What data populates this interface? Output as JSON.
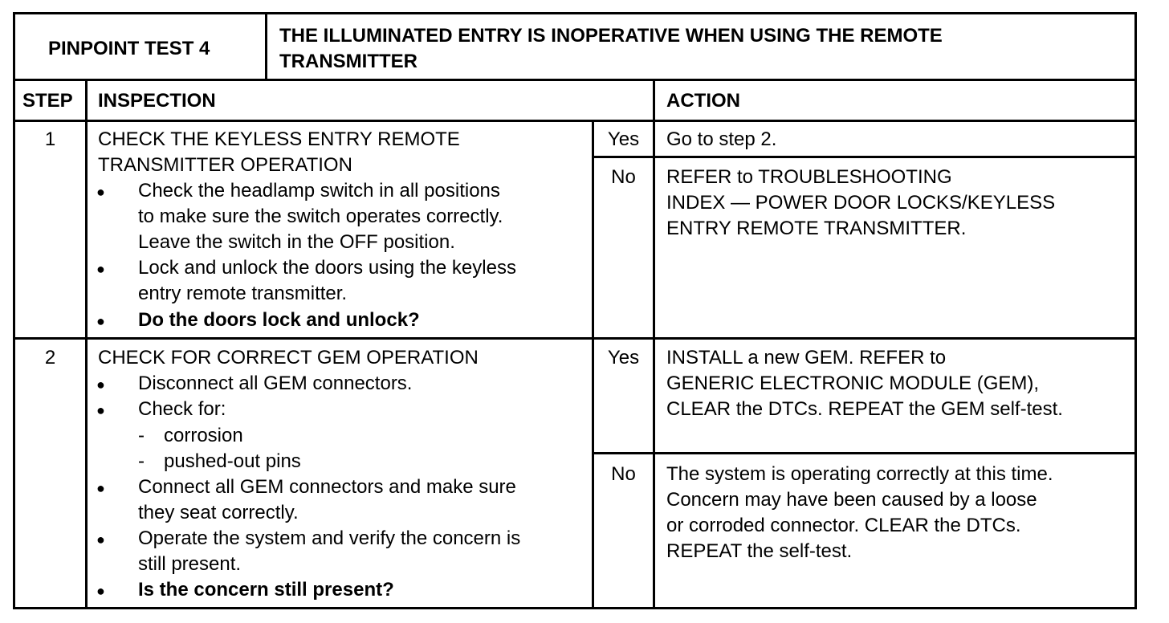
{
  "header": {
    "test_label": "PINPOINT TEST 4",
    "title_line1": "THE ILLUMINATED ENTRY IS INOPERATIVE WHEN USING THE REMOTE",
    "title_line2": "TRANSMITTER"
  },
  "columns": {
    "step": "STEP",
    "inspection": "INSPECTION",
    "action": "ACTION"
  },
  "rows": [
    {
      "step": "1",
      "title_line1": "CHECK THE KEYLESS ENTRY REMOTE",
      "title_line2": "TRANSMITTER OPERATION",
      "lines": [
        "Check the headlamp switch in all positions",
        "to make sure the switch operates correctly.",
        "Leave the switch in the OFF position.",
        "Lock and unlock the doors using the keyless",
        "entry remote transmitter.",
        "Do the doors lock and unlock?"
      ],
      "yes_label": "Yes",
      "no_label": "No",
      "yes_action": [
        "Go to step 2."
      ],
      "no_action": [
        "REFER to TROUBLESHOOTING",
        "INDEX — POWER DOOR LOCKS/KEYLESS",
        "ENTRY REMOTE TRANSMITTER."
      ]
    },
    {
      "step": "2",
      "title_line1": "CHECK FOR CORRECT GEM OPERATION",
      "lines": [
        "Disconnect all GEM connectors.",
        "Check for:",
        "corrosion",
        "pushed-out pins",
        "Connect all GEM connectors and make sure",
        "they seat correctly.",
        "Operate the system and verify the concern is",
        "still present.",
        "Is the concern still present?"
      ],
      "yes_label": "Yes",
      "no_label": "No",
      "yes_action": [
        "INSTALL a new GEM. REFER to",
        "GENERIC ELECTRONIC MODULE (GEM),",
        "CLEAR the DTCs.  REPEAT the GEM self-test."
      ],
      "no_action": [
        "The system is operating correctly at this time.",
        "Concern may have been caused by a loose",
        "or corroded connector.  CLEAR the DTCs.",
        "REPEAT the self-test."
      ]
    }
  ]
}
